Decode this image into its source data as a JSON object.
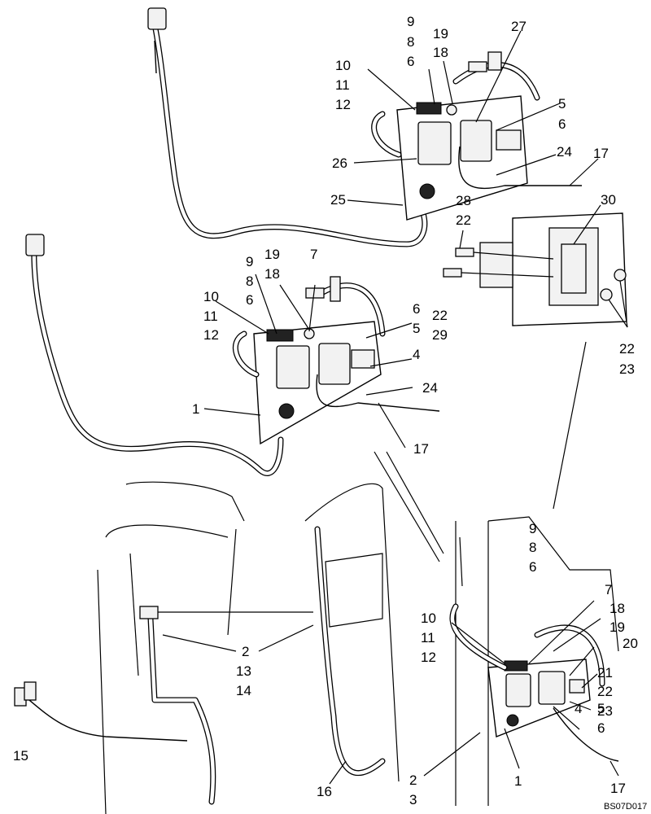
{
  "diagram_code": "BS07D017",
  "callouts": {
    "top": [
      "9",
      "8",
      "6",
      "19",
      "18",
      "27",
      "10",
      "11",
      "12",
      "5",
      "6",
      "26",
      "24",
      "17",
      "25",
      "28",
      "22",
      "30",
      "22",
      "29",
      "22",
      "23"
    ],
    "middle": [
      "9",
      "19",
      "8",
      "18",
      "7",
      "6",
      "10",
      "11",
      "12",
      "6",
      "5",
      "4",
      "1",
      "24",
      "17"
    ],
    "bottom": [
      "9",
      "8",
      "6",
      "7",
      "18",
      "10",
      "11",
      "12",
      "19",
      "20",
      "21",
      "22",
      "23",
      "5",
      "6",
      "4",
      "2",
      "13",
      "14",
      "15",
      "16",
      "2",
      "3",
      "1",
      "17"
    ]
  }
}
